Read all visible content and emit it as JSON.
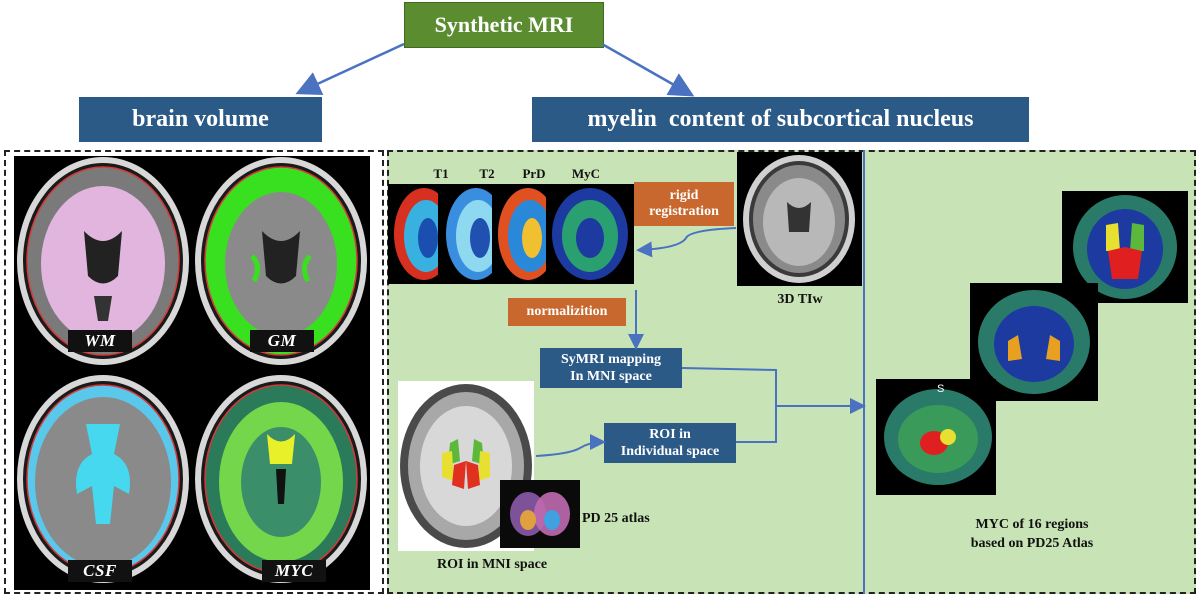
{
  "title": "Synthetic MRI",
  "left_panel": {
    "header": "brain volume",
    "images": [
      {
        "label": "WM",
        "color": "#f3bff0"
      },
      {
        "label": "GM",
        "color": "#39e020"
      },
      {
        "label": "CSF",
        "color": "#3cd7ee"
      },
      {
        "label": "MYC",
        "color": "#8de040"
      }
    ]
  },
  "right_panel": {
    "header": "myelin  content of subcortical nucleus",
    "map_labels": [
      "T1",
      "T2",
      "PrD",
      "MyC"
    ],
    "rigid_registration": "rigid registration",
    "t1w_label": "3D TIw",
    "normalization": "normalizition",
    "symri_mapping_line1": "SyMRI mapping",
    "symri_mapping_line2": "In MNI space",
    "roi_individual_line1": "ROI  in",
    "roi_individual_line2": "Individual space",
    "pd25_label": "PD 25  atlas",
    "roi_mni_label": "ROI in MNI space",
    "myc_result_line1": "MYC of 16 regions",
    "myc_result_line2": "based on PD25  Atlas",
    "sagittal_marker": "S"
  }
}
